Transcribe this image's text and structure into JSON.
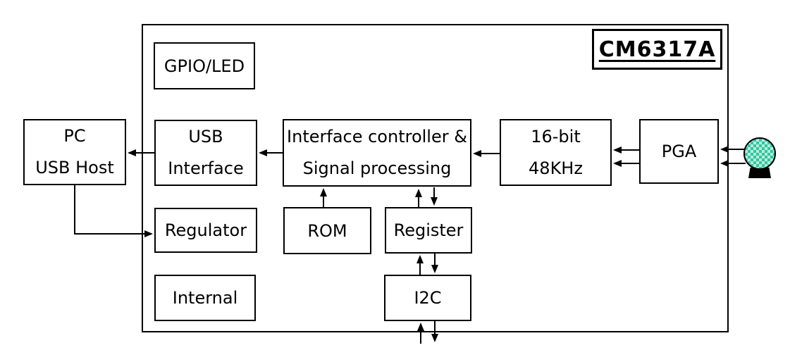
{
  "title": "CM6317A",
  "blocks": {
    "gpio_led": {
      "label": "GPIO/LED"
    },
    "pc_usb_host": {
      "line1": "PC",
      "line2": "USB Host"
    },
    "usb_interface": {
      "line1": "USB",
      "line2": "Interface"
    },
    "interface_controller": {
      "line1": "Interface controller &",
      "line2": "Signal processing"
    },
    "adc_16bit": {
      "line1": "16-bit",
      "line2": "48KHz"
    },
    "pga": {
      "label": "PGA"
    },
    "regulator": {
      "label": "Regulator"
    },
    "rom": {
      "label": "ROM"
    },
    "register": {
      "label": "Register"
    },
    "internal": {
      "label": "Internal"
    },
    "i2c": {
      "label": "I2C"
    }
  },
  "icons": {
    "microphone": "microphone-icon"
  },
  "colors": {
    "line": "#000000",
    "background": "#ffffff",
    "mic_fill": "#2fc79f",
    "mic_fill_light": "#b9ecdd"
  },
  "connections": [
    {
      "from": "usb-interface",
      "to": "pc-usb-host",
      "style": "arrow"
    },
    {
      "from": "interface-controller",
      "to": "usb-interface",
      "style": "arrow"
    },
    {
      "from": "16bit-48khz",
      "to": "interface-controller",
      "style": "arrow"
    },
    {
      "from": "pga",
      "to": "16bit-48khz",
      "style": "double-arrow-pair"
    },
    {
      "from": "microphone",
      "to": "pga",
      "style": "double-arrow-pair"
    },
    {
      "from": "pc-usb-host",
      "to": "regulator",
      "style": "elbow-arrow"
    },
    {
      "from": "rom",
      "to": "interface-controller",
      "style": "arrow-up"
    },
    {
      "from": "register",
      "to": "interface-controller",
      "style": "bidirectional"
    },
    {
      "from": "i2c",
      "to": "register",
      "style": "bidirectional"
    },
    {
      "from": "external",
      "to": "i2c",
      "style": "bidirectional"
    }
  ]
}
